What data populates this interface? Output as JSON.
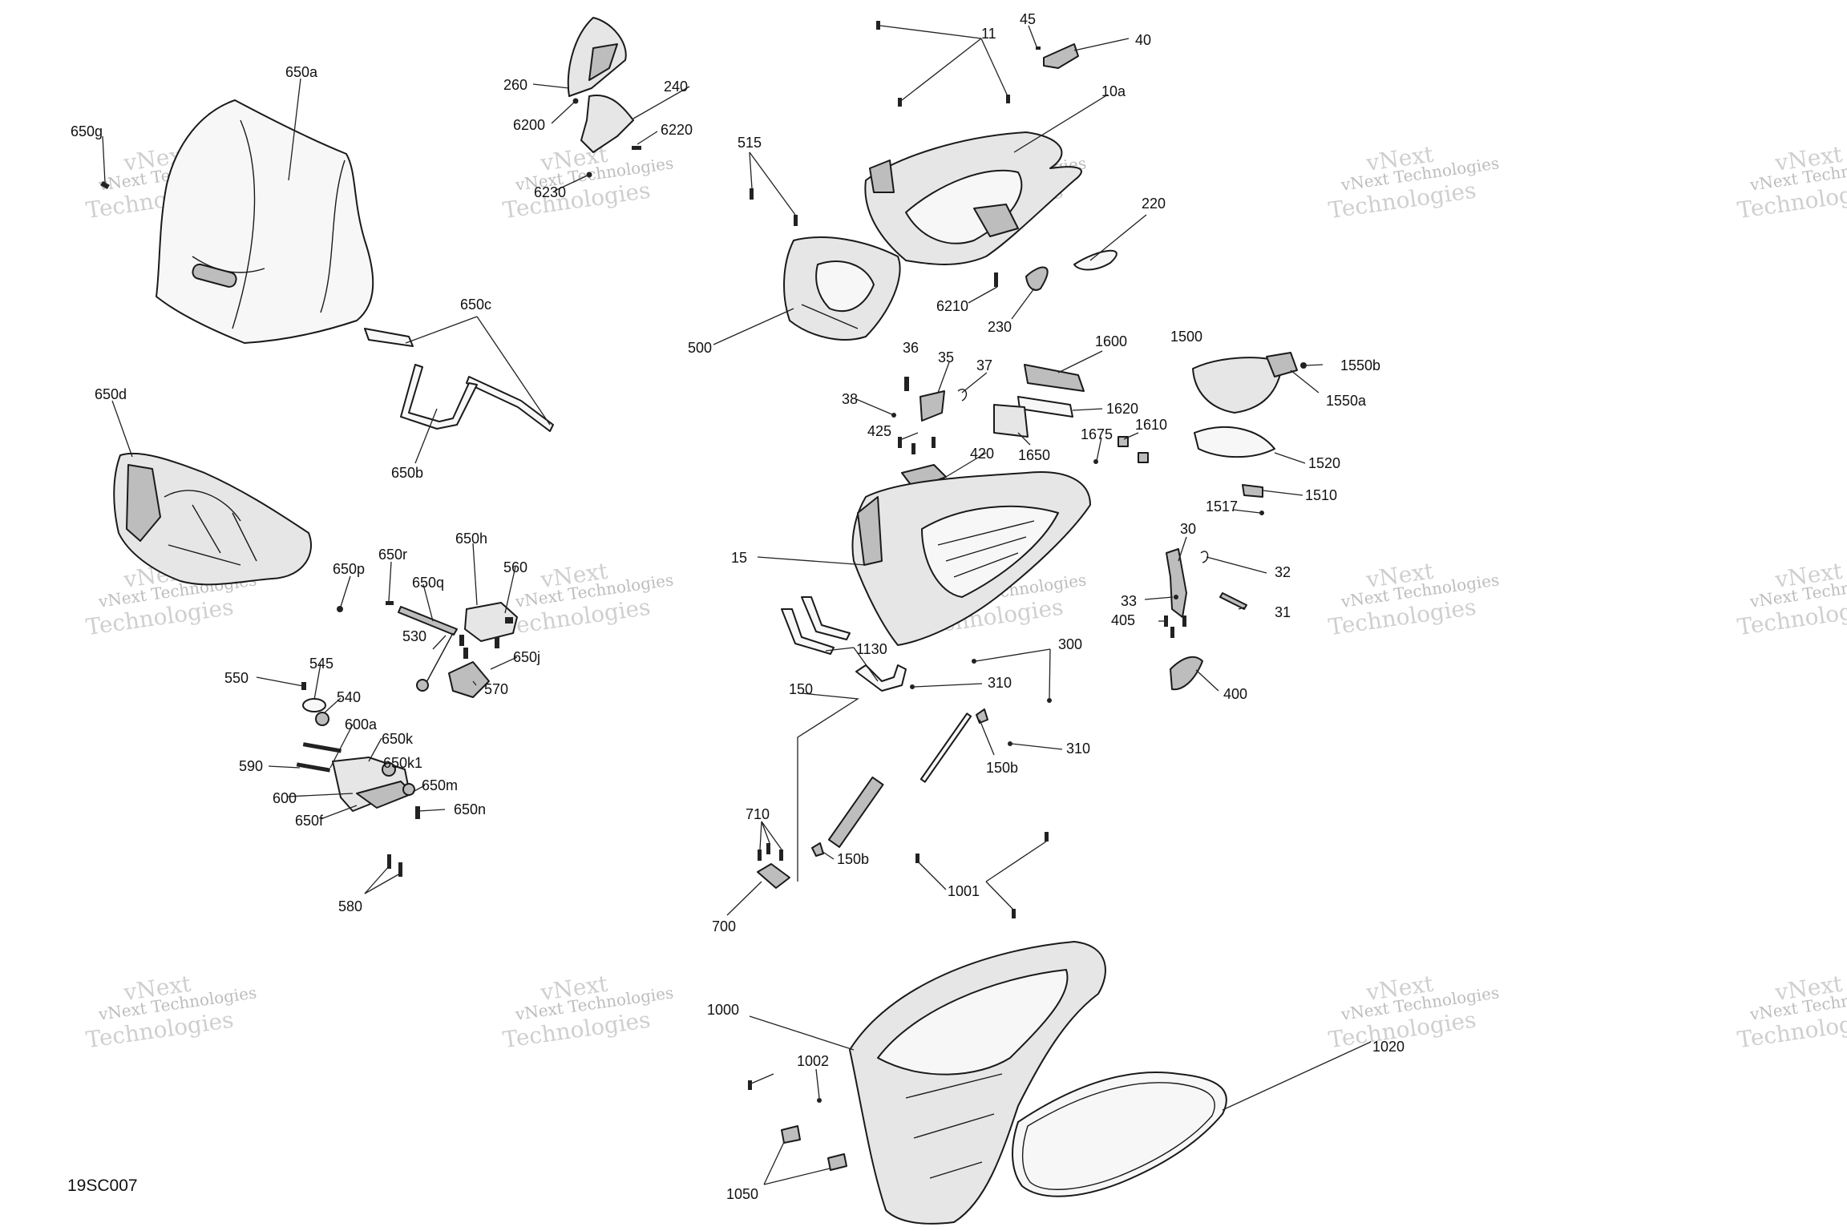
{
  "diagram": {
    "code": "19SC007",
    "watermark": [
      "vNext Technologies",
      "vNext",
      "Technologies"
    ],
    "callouts": [
      "650a",
      "650g",
      "650c",
      "650b",
      "650d",
      "650p",
      "650r",
      "650q",
      "650h",
      "560",
      "530",
      "650j",
      "570",
      "550",
      "545",
      "540",
      "600a",
      "650k",
      "590",
      "650k1",
      "600",
      "650m",
      "650f",
      "650n",
      "580",
      "260",
      "240",
      "6200",
      "6220",
      "6230",
      "11",
      "45",
      "40",
      "10a",
      "515",
      "220",
      "6210",
      "230",
      "500",
      "1600",
      "1500",
      "1550b",
      "1550a",
      "36",
      "35",
      "37",
      "38",
      "1620",
      "425",
      "1650",
      "1675",
      "1610",
      "420",
      "1520",
      "1510",
      "1517",
      "15",
      "30",
      "32",
      "33",
      "31",
      "405",
      "400",
      "1130",
      "300",
      "310",
      "150",
      "310",
      "150b",
      "310",
      "710",
      "150b",
      "1001",
      "700",
      "1000",
      "1002",
      "1020",
      "1050"
    ]
  }
}
